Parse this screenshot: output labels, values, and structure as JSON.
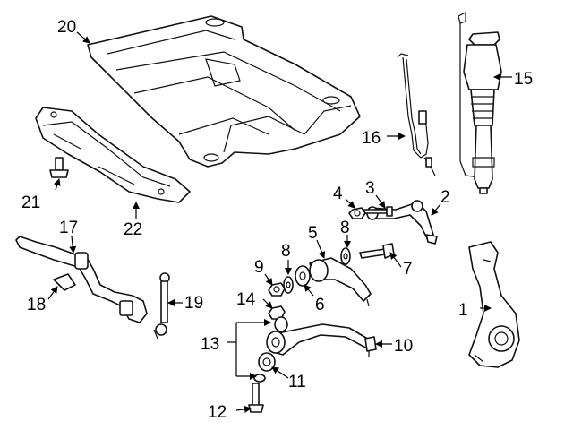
{
  "callouts": {
    "c1": "1",
    "c2": "2",
    "c3": "3",
    "c4": "4",
    "c5": "5",
    "c6": "6",
    "c7": "7",
    "c8a": "8",
    "c8b": "8",
    "c9": "9",
    "c10": "10",
    "c11": "11",
    "c12": "12",
    "c13": "13",
    "c14": "14",
    "c15": "15",
    "c16": "16",
    "c17": "17",
    "c18": "18",
    "c19": "19",
    "c20": "20",
    "c21": "21",
    "c22": "22"
  }
}
